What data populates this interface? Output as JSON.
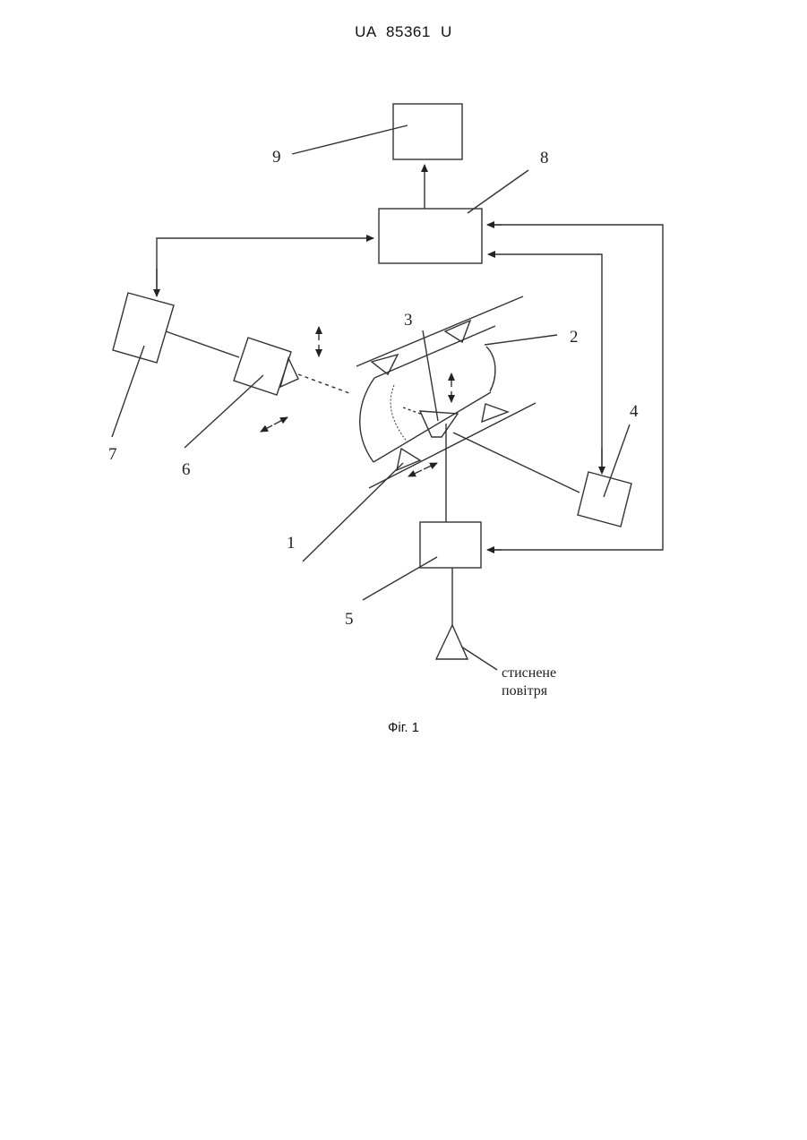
{
  "header": {
    "patent_number": "UA   85361   U"
  },
  "figure": {
    "caption": "Фіг. 1",
    "labels": {
      "l1": "1",
      "l2": "2",
      "l3": "3",
      "l4": "4",
      "l5": "5",
      "l6": "6",
      "l7": "7",
      "l8": "8",
      "l9": "9"
    },
    "air_label_line1": "стиснене",
    "air_label_line2": "повітря"
  }
}
